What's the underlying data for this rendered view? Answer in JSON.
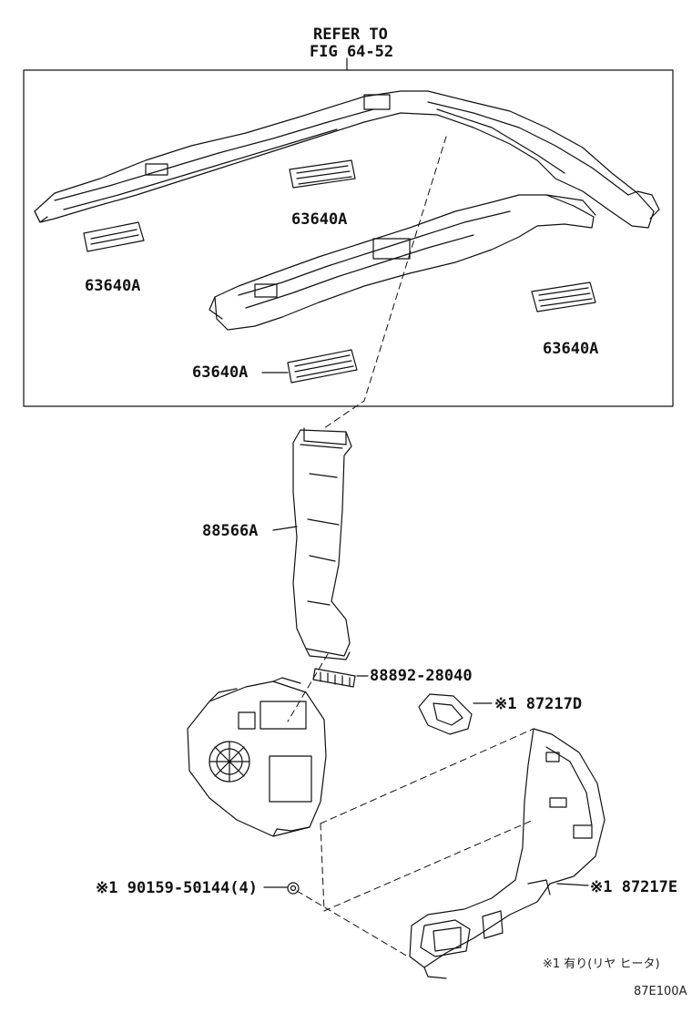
{
  "header": {
    "line1": "REFER TO",
    "line2": "FIG 64-52"
  },
  "parts": {
    "reg_left_outer": "63640A",
    "reg_left_inner": "63640A",
    "reg_right": "63640A",
    "reg_center": "63640A",
    "duct_main": "88566A",
    "gasket": "88892-28040",
    "duct_d": "※1 87217D",
    "bolt": "※1 90159-50144(4)",
    "duct_e": "※1 87217E"
  },
  "footnote": "※1 有り(リヤ ヒータ)",
  "figure_id": "87E100A"
}
